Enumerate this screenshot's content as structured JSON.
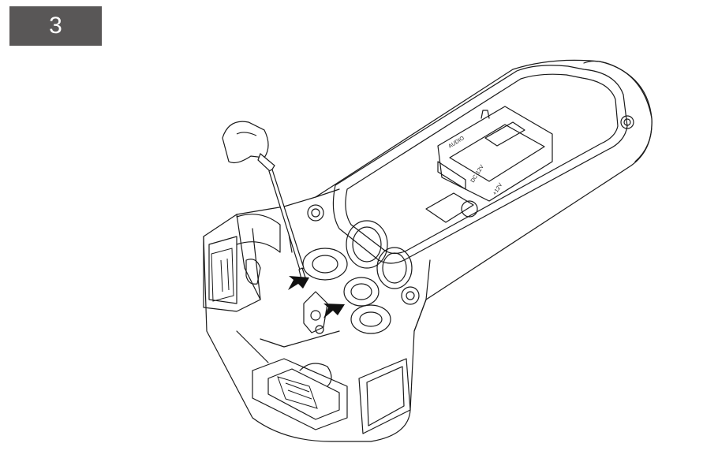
{
  "step": {
    "number": "3",
    "badge_color": "#595757"
  },
  "illustration": {
    "line_color": "#1a1a1a",
    "arrow_color": "#111111",
    "board_labels": {
      "connector_left": "AUDIO",
      "dc_label": "DC-12V",
      "card_label": "+12V"
    },
    "icons": [
      "screwdriver-icon",
      "arrow-icon"
    ]
  }
}
